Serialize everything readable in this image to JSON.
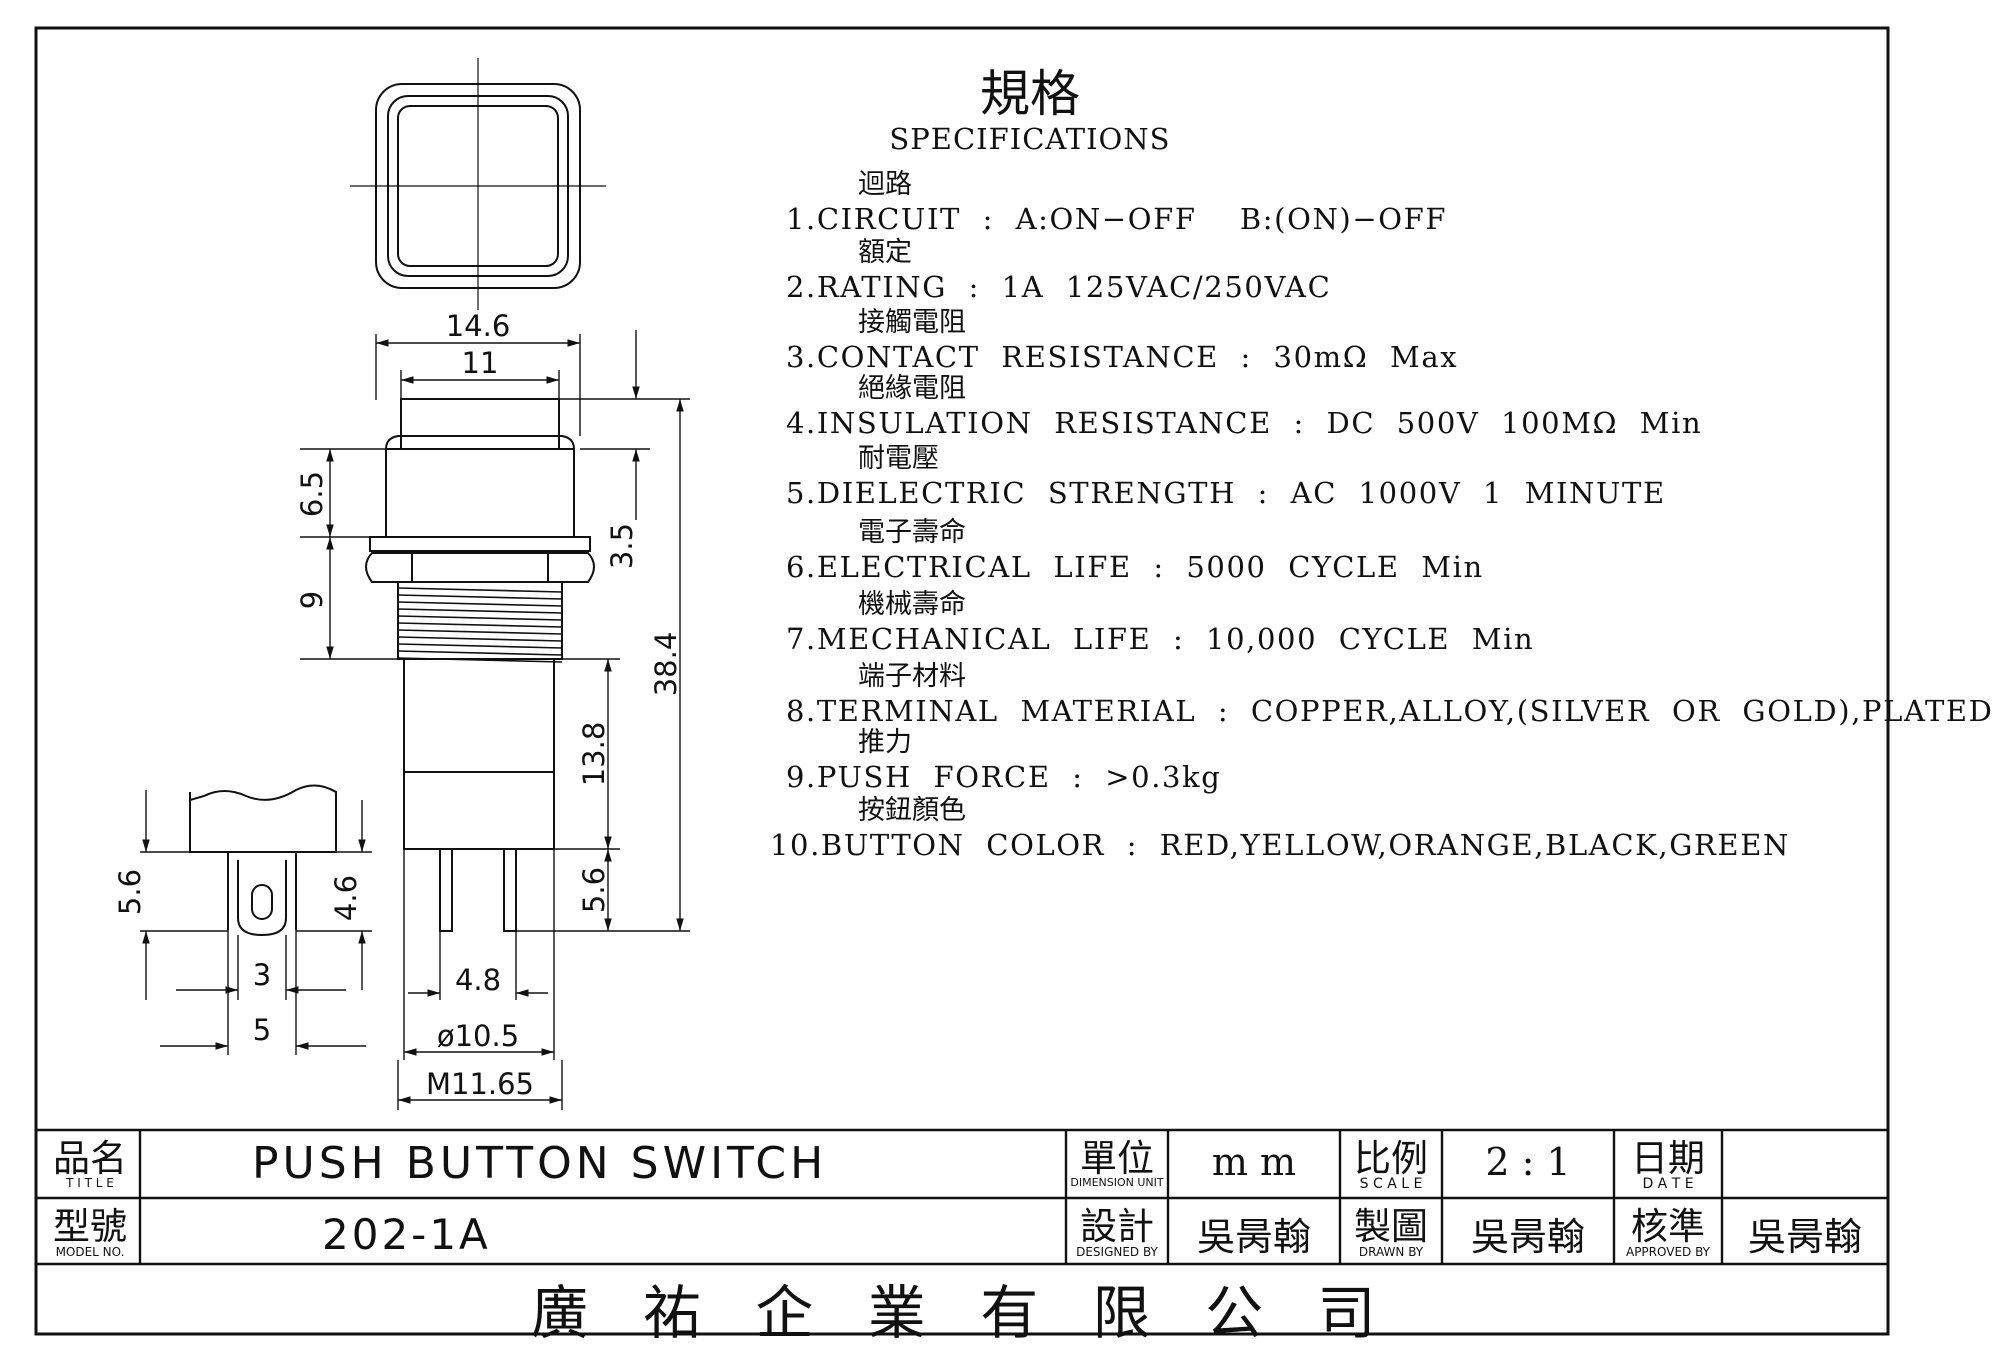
{
  "specifications": {
    "title_zh": "規格",
    "title_en": "SPECIFICATIONS",
    "items": [
      {
        "zh": "迴路",
        "line": "1.CIRCUIT  :  A:ON−OFF    B:(ON)−OFF"
      },
      {
        "zh": "額定",
        "line": "2.RATING  :  1A  125VAC/250VAC"
      },
      {
        "zh": "接觸電阻",
        "line": "3.CONTACT  RESISTANCE  :  30mΩ  Max"
      },
      {
        "zh": "絕緣電阻",
        "line": "4.INSULATION  RESISTANCE  :  DC  500V  100MΩ  Min"
      },
      {
        "zh": "耐電壓",
        "line": "5.DIELECTRIC  STRENGTH  :  AC  1000V  1  MINUTE"
      },
      {
        "zh": "電子壽命",
        "line": "6.ELECTRICAL  LIFE  :  5000  CYCLE  Min"
      },
      {
        "zh": "機械壽命",
        "line": "7.MECHANICAL  LIFE  :  10,000  CYCLE  Min"
      },
      {
        "zh": "端子材料",
        "line": "8.TERMINAL  MATERIAL  :  COPPER,ALLOY,(SILVER  OR  GOLD),PLATED"
      },
      {
        "zh": "推力",
        "line": "9.PUSH  FORCE  :  >0.3kg"
      },
      {
        "zh": "按鈕顏色",
        "line": "10.BUTTON  COLOR  :  RED,YELLOW,ORANGE,BLACK,GREEN"
      }
    ]
  },
  "dimensions": {
    "width_outer": "14.6",
    "width_cap": "11",
    "height_upper": "6.5",
    "height_cap": "3.5",
    "height_thread": "9",
    "height_total": "38.4",
    "height_body": "13.8",
    "terminal_length_right": "5.6",
    "terminal_length_left": "5.6",
    "terminal_slot": "4.6",
    "terminal_width_inner": "3",
    "terminal_width_outer": "5",
    "terminal_pitch": "4.8",
    "body_diameter": "ø10.5",
    "thread": "M11.65"
  },
  "title_block": {
    "title_zh": "品名",
    "title_en": "T I T L E",
    "title_value": "PUSH BUTTON SWITCH",
    "unit_zh": "單位",
    "unit_en": "DIMENSION UNIT",
    "unit_value": "m m",
    "scale_zh": "比例",
    "scale_en": "S C A L E",
    "scale_value": "2 : 1",
    "date_zh": "日期",
    "date_en": "D A T E",
    "date_value": "",
    "model_zh": "型號",
    "model_en": "MODEL  NO.",
    "model_value": "202-1A",
    "designed_zh": "設計",
    "designed_en": "DESIGNED BY",
    "designed_value": "吳昺翰",
    "drawn_zh": "製圖",
    "drawn_en": "DRAWN    BY",
    "drawn_value": "吳昺翰",
    "approved_zh": "核準",
    "approved_en": "APPROVED  BY",
    "approved_value": "吳昺翰",
    "company": "廣 祐 企 業 有 限 公 司"
  }
}
